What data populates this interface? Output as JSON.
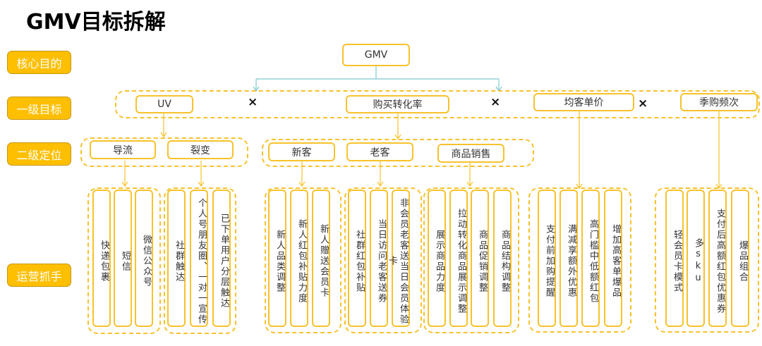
{
  "title": "GMV目标拆解",
  "row_labels": {
    "core": "核心目的",
    "level1": "一级目标",
    "level2": "二级定位",
    "ops": "运营抓手"
  },
  "root": "GMV",
  "operator": "×",
  "level1": [
    "UV",
    "购买转化率",
    "均客单价",
    "季购频次"
  ],
  "level2": {
    "uv": [
      "导流",
      "裂变"
    ],
    "conversion": [
      "新客",
      "老客",
      "商品销售"
    ]
  },
  "ops": {
    "daoliu": [
      "快递包裹",
      "短信",
      "微信公众号"
    ],
    "liebian": [
      "社群触达",
      "个人号朋友圈、一对一宣传",
      "已下单用户分层触达"
    ],
    "xinke": [
      "新人品类调整",
      "新人红包补贴力度",
      "新人赠送会员卡"
    ],
    "laoke": [
      "社群红包补贴",
      "当日访问老客送券",
      "非会员老客送当日会员体验卡"
    ],
    "shangpin": [
      "展示商品力度",
      "拉动转化商品展示调整",
      "商品促销调整",
      "商品结构调整"
    ],
    "kedanjia": [
      "支付前加购提醒",
      "满减享额外优惠",
      "高门槛中低额红包",
      "增加高客单爆品"
    ],
    "pinci": [
      "轻会员卡模式",
      "多sku",
      "支付后高额红包优惠券",
      "爆品组合"
    ]
  },
  "colors": {
    "accent": "#fdbf00",
    "border": "#f7c22c",
    "connector_teal": "#7ec8d0"
  }
}
